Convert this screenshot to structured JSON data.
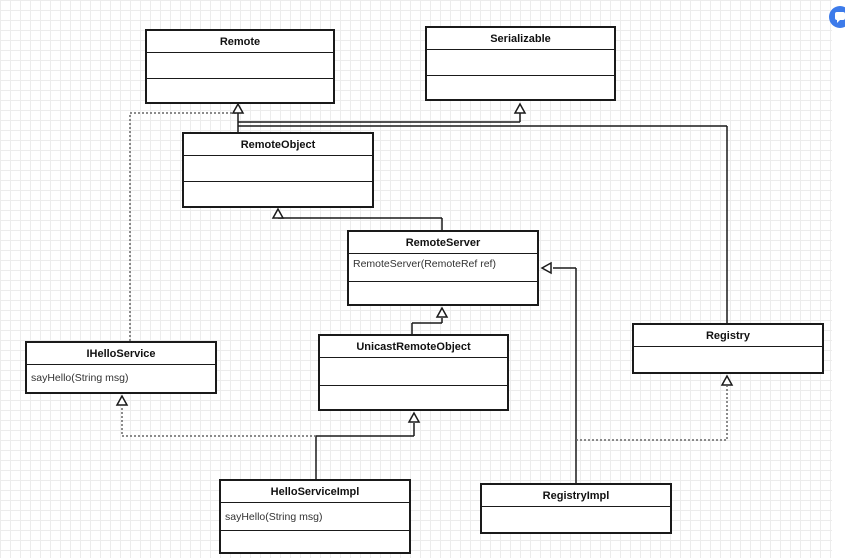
{
  "classes": {
    "remote": {
      "name": "Remote",
      "attributes": "",
      "methods": ""
    },
    "serializable": {
      "name": "Serializable",
      "attributes": "",
      "methods": ""
    },
    "remote_object": {
      "name": "RemoteObject",
      "attributes": "",
      "methods": ""
    },
    "remote_server": {
      "name": "RemoteServer",
      "attributes": "RemoteServer(RemoteRef ref)",
      "methods": ""
    },
    "ihello_service": {
      "name": "IHelloService",
      "methods": "sayHello(String msg)"
    },
    "unicast_remote_object": {
      "name": "UnicastRemoteObject",
      "attributes": "",
      "methods": ""
    },
    "registry": {
      "name": "Registry",
      "attributes": ""
    },
    "hello_service_impl": {
      "name": "HelloServiceImpl",
      "attributes": "sayHello(String msg)",
      "methods": ""
    },
    "registry_impl": {
      "name": "RegistryImpl",
      "attributes": ""
    }
  },
  "relations": [
    {
      "from": "RemoteObject",
      "to": "Remote",
      "kind": "inheritance"
    },
    {
      "from": "RemoteObject",
      "to": "Serializable",
      "kind": "inheritance"
    },
    {
      "from": "RemoteServer",
      "to": "RemoteObject",
      "kind": "inheritance"
    },
    {
      "from": "UnicastRemoteObject",
      "to": "RemoteServer",
      "kind": "inheritance"
    },
    {
      "from": "HelloServiceImpl",
      "to": "UnicastRemoteObject",
      "kind": "inheritance"
    },
    {
      "from": "HelloServiceImpl",
      "to": "IHelloService",
      "kind": "realization"
    },
    {
      "from": "IHelloService",
      "to": "Remote",
      "kind": "realization"
    },
    {
      "from": "Registry",
      "to": "Remote",
      "kind": "inheritance"
    },
    {
      "from": "RegistryImpl",
      "to": "RemoteServer",
      "kind": "inheritance"
    },
    {
      "from": "RegistryImpl",
      "to": "Registry",
      "kind": "realization"
    }
  ],
  "colors": {
    "line": "#1a1a1a",
    "grid": "#ececec",
    "badge": "#3d7bea"
  },
  "badge_icon": "chat-icon"
}
